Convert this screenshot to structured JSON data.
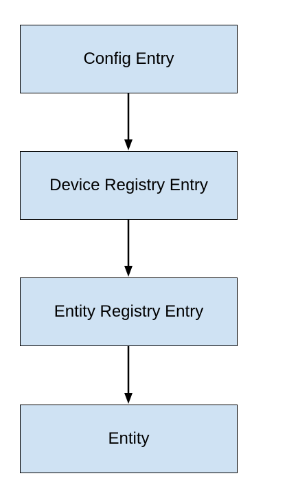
{
  "diagram": {
    "nodes": [
      {
        "label": "Config Entry"
      },
      {
        "label": "Device Registry Entry"
      },
      {
        "label": "Entity Registry Entry"
      },
      {
        "label": "Entity"
      }
    ],
    "colors": {
      "node_fill": "#cfe2f3",
      "border": "#000000",
      "arrow": "#000000"
    }
  }
}
